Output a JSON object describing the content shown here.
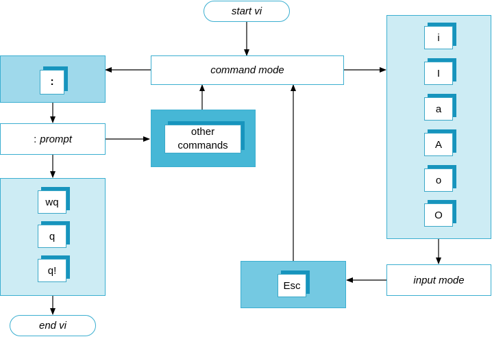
{
  "nodes": {
    "start": "start vi",
    "command_mode": "command mode",
    "colon": ":",
    "prompt_colon": ":",
    "prompt_word": "prompt",
    "other_commands_line1": "other",
    "other_commands_line2": "commands",
    "end": "end vi",
    "input_mode": "input mode",
    "esc": "Esc"
  },
  "quit_keys": [
    "wq",
    "q",
    "q!"
  ],
  "insert_keys": [
    "i",
    "I",
    "a",
    "A",
    "o",
    "O"
  ],
  "colors": {
    "panel_light": "#cdecf4",
    "panel_mid": "#9fd9eb",
    "panel_dark": "#46b7d6",
    "panel_esc": "#74c9e2",
    "key_shadow": "#1794bd",
    "border": "#3aaed0",
    "arrow": "#000000"
  }
}
